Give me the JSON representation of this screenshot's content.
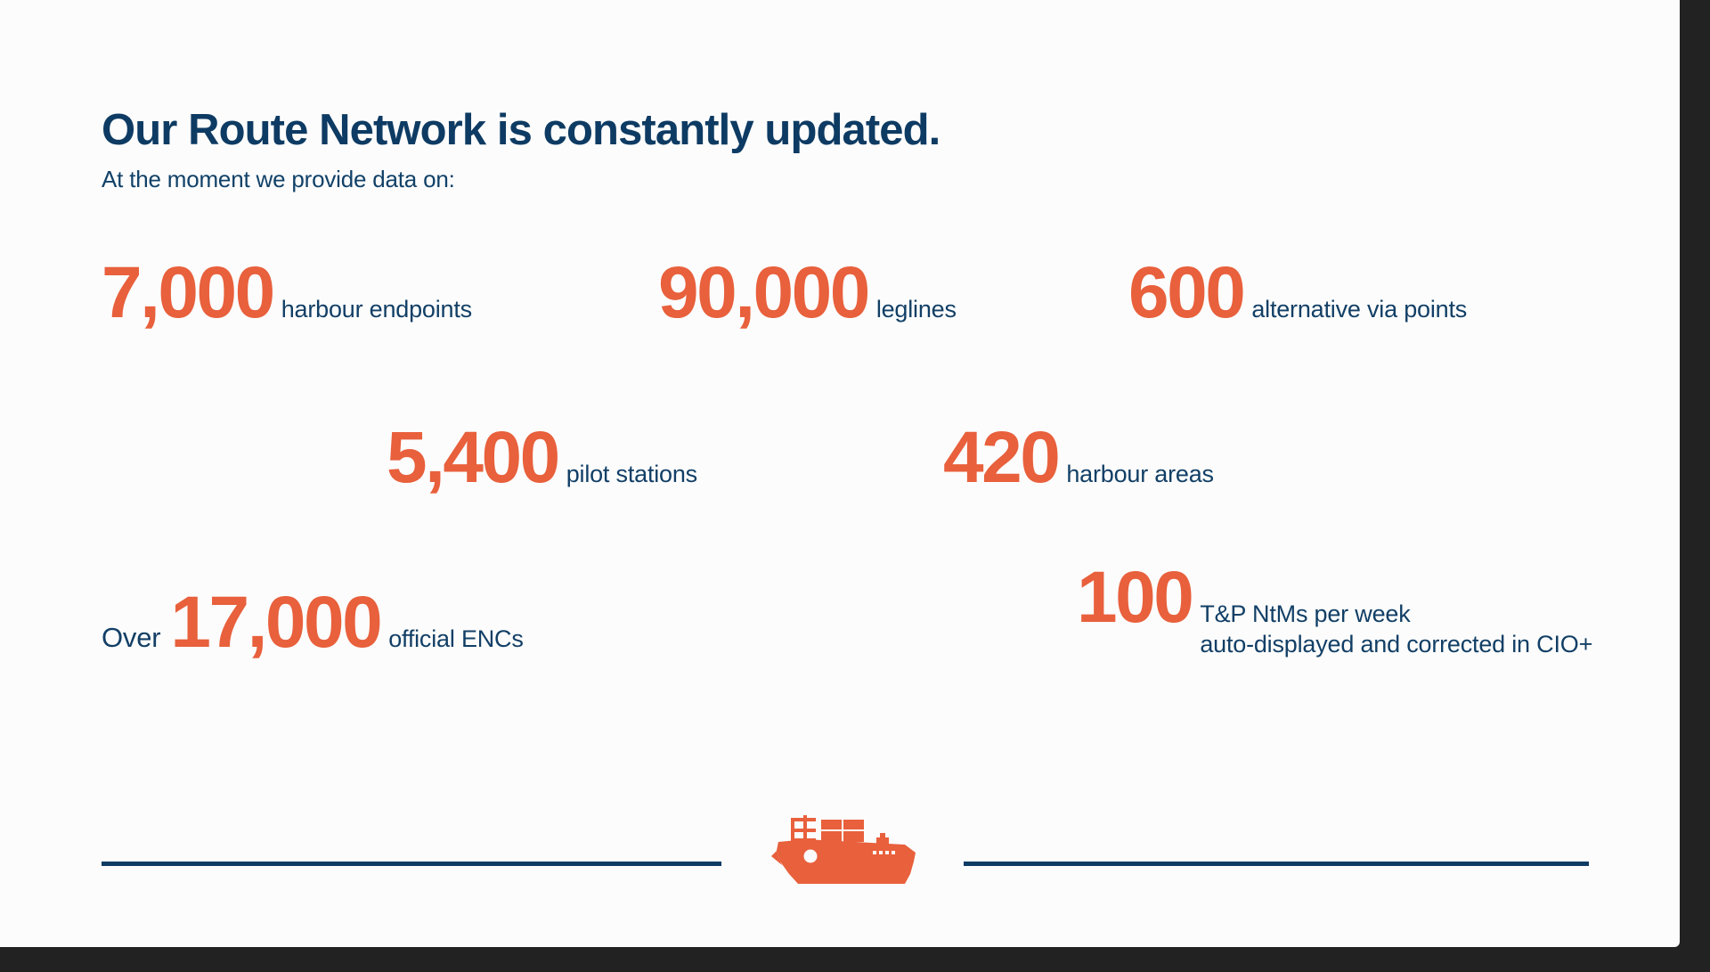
{
  "slide": {
    "title": "Our Route Network is constantly updated.",
    "subtitle": "At the moment we provide data on:",
    "colors": {
      "navy": "#0E3B63",
      "orange": "#E8603C",
      "background": "#FCFCFC",
      "frame": "#222222"
    }
  },
  "stats": {
    "row1": [
      {
        "number": "7,000",
        "label": "harbour endpoints"
      },
      {
        "number": "90,000",
        "label": "leglines"
      },
      {
        "number": "600",
        "label": "alternative via points"
      }
    ],
    "row2": [
      {
        "number": "5,400",
        "label": "pilot stations"
      },
      {
        "number": "420",
        "label": "harbour areas"
      }
    ],
    "row3": [
      {
        "prefix": "Over",
        "number": "17,000",
        "label": "official ENCs"
      },
      {
        "number": "100",
        "label": "T&P NtMs per week\nauto-displayed and corrected in CIO+"
      }
    ]
  },
  "decor": {
    "ship_icon_name": "container-ship-icon"
  }
}
